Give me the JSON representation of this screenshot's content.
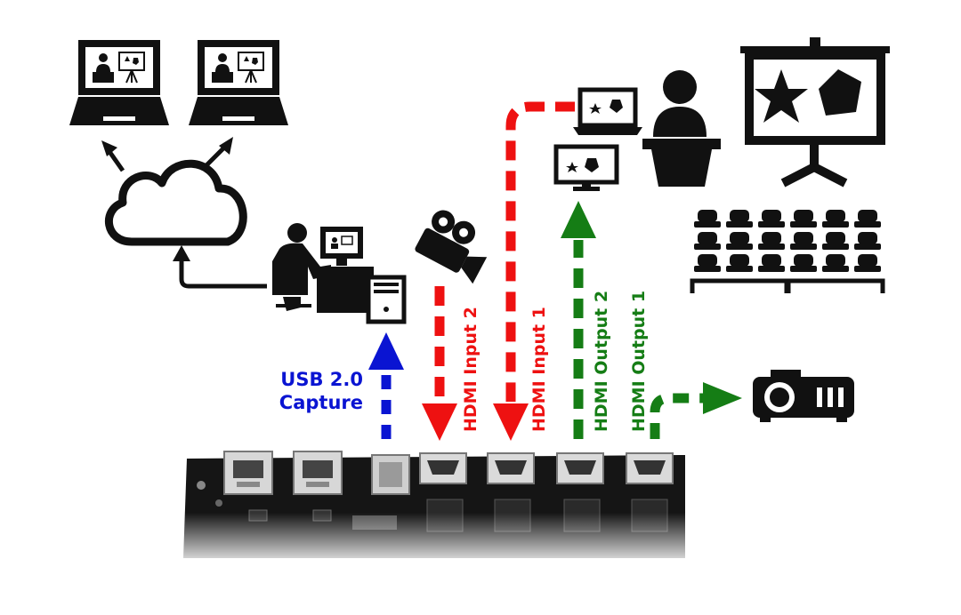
{
  "labels": {
    "usb_line1": "USB 2.0",
    "usb_line2": "Capture",
    "hdmi_in2": "HDMI Input 2",
    "hdmi_in1": "HDMI Input 1",
    "hdmi_out2": "HDMI Output 2",
    "hdmi_out1": "HDMI Output 1"
  },
  "colors": {
    "usb": "#0a14d2",
    "input": "#ee1111",
    "output": "#157d15",
    "icon": "#111111",
    "board": "#151515"
  },
  "icons": {
    "laptop_left": "laptop-presentation-icon",
    "laptop_right": "laptop-presentation-icon",
    "cloud": "cloud-icon",
    "operator": "operator-workstation-icon",
    "camera": "video-camera-icon",
    "presenter_laptop": "laptop-shapes-icon",
    "monitor": "monitor-shapes-icon",
    "presenter": "presenter-podium-icon",
    "screen": "projection-screen-icon",
    "audience": "audience-seats-icon",
    "projector": "projector-icon"
  }
}
